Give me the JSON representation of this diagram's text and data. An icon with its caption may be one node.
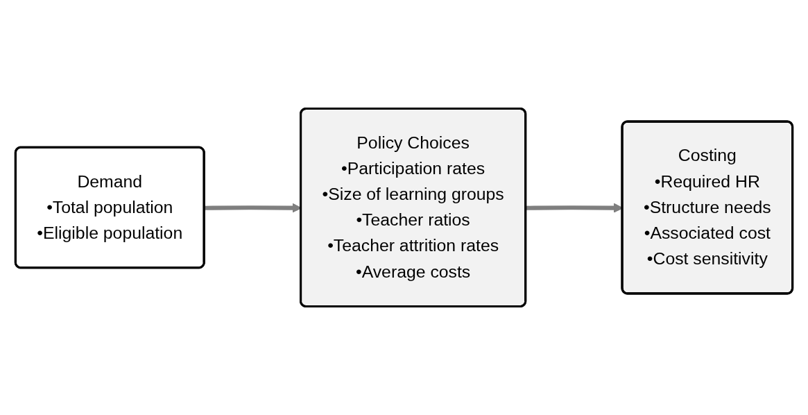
{
  "diagram": {
    "nodes": [
      {
        "text": [
          "Demand",
          "•Total population",
          "•Eligible population"
        ]
      },
      {
        "text": [
          "Policy Choices",
          "•Participation rates",
          "•Size of learning groups",
          "•Teacher ratios",
          "•Teacher attrition rates",
          "•Average costs"
        ]
      },
      {
        "text": [
          "Costing",
          "•Required HR",
          "•Structure needs",
          "•Associated cost",
          "•Cost sensitivity"
        ]
      }
    ],
    "edges": [
      {
        "from": 0,
        "to": 1,
        "arrow": "to"
      },
      {
        "from": 1,
        "to": 2,
        "arrow": "to"
      }
    ]
  }
}
